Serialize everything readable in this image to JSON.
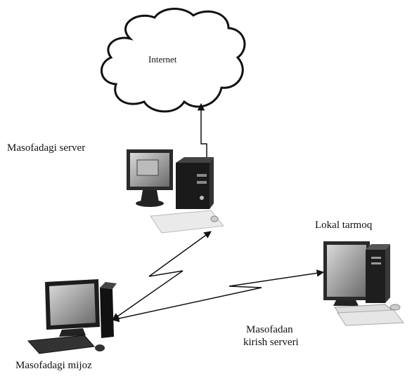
{
  "labels": {
    "internet": "Internet",
    "remote_server": "Masofadagi server",
    "local_network": "Lokal tarmoq",
    "remote_access_server_line1": "Masofadan",
    "remote_access_server_line2": "kirish serveri",
    "remote_client": "Masofadagi mijoz"
  },
  "icons": {
    "cloud": "cloud-icon",
    "server": "desktop-computer-icon",
    "local": "desktop-computer-icon",
    "client": "desktop-computer-icon"
  },
  "colors": {
    "line": "#111111",
    "screen": "#7a7a7a",
    "case": "#1a1a1a",
    "light": "#dcdcdc"
  }
}
